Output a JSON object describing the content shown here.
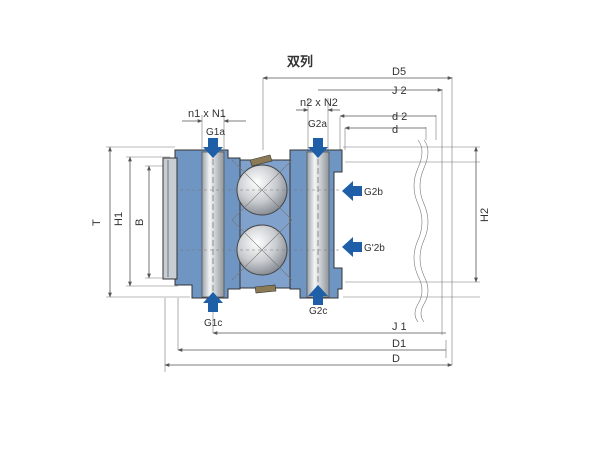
{
  "title": "双列",
  "colors": {
    "ring": "#6F95C3",
    "ring_dark": "#3D6EA8",
    "bore": "#C9CED4",
    "arrow": "#1F5FA8",
    "line": "#555555"
  },
  "labels": {
    "D5": "D5",
    "J2": "J 2",
    "d2": "d 2",
    "d": "d",
    "J1": "J 1",
    "D1": "D1",
    "D": "D",
    "T": "T",
    "H1": "H1",
    "B": "B",
    "H2": "H2",
    "n1N1": "n1 x N1",
    "n2N2": "n2 x N2",
    "G1a": "G1a",
    "G2a": "G2a",
    "G2b": "G2b",
    "G2b_prime": "G'2b",
    "G1c": "G1c",
    "G2c": "G2c"
  }
}
